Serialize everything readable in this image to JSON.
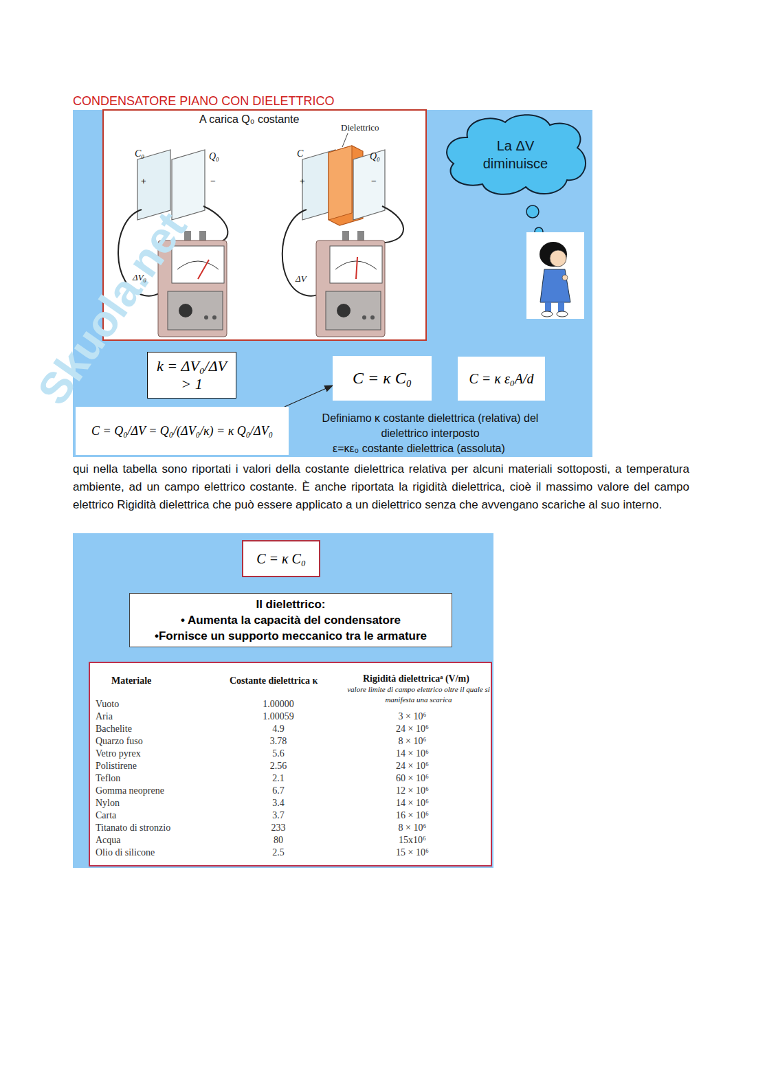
{
  "diagram": {
    "title": "CONDENSATORE PIANO CON DIELETTRICO",
    "nodes": [
      {
        "text": [
          "La ΔV diminuisce"
        ]
      },
      {
        "text": [
          "k = ΔV₀/ΔV > 1"
        ]
      },
      {
        "text": [
          "C = κ C₀"
        ]
      },
      {
        "text": [
          "C = κ ε₀A/d"
        ]
      },
      {
        "text": [
          "C = Q₀/ΔV = Q₀/(ΔV₀/κ) = κ Q₀/ΔV₀"
        ]
      },
      {
        "text": [
          "C = κ C₀"
        ]
      },
      {
        "text": [
          "Il dielettrico:",
          "• Aumenta la capacità del condensatore",
          "•Fornisce un supporto meccanico tra le armature"
        ]
      }
    ],
    "edges": [
      {
        "from": 4,
        "to": 2,
        "arrow": "to"
      }
    ],
    "labels": [
      "A carica Q₀ costante",
      "C₀",
      "Q₀",
      "+",
      "−",
      "ΔV₀",
      "Dielettrico",
      "C",
      "Q₀",
      "+",
      "−",
      "ΔV",
      "qui nella tabella sono riportati i valori della costante dielettrica relativa per alcuni materiali sottoposti, a temperatura ambiente, ad un campo elettrico costante. È anche riportata la rigidità dielettrica, cioè il massimo valore del campo elettrico Rigidità dielettrica che può essere applicato a un dielettrico senza che avvengano scariche al suo interno.",
      "Definiamo κ costante dielettrica (relativa) del dielettrico interposto",
      "ε=κε₀ costante dielettrica (assoluta)",
      "Materiale",
      "Costante dielettrica κ",
      "Rigidità dielettricaᵃ (V/m)",
      "valore limite di campo elettrico oltre il quale si manifesta una scarica",
      "Vuoto",
      "1.00000",
      "Aria",
      "1.00059",
      "3 × 10⁶",
      "Bachelite",
      "4.9",
      "24 × 10⁶",
      "Quarzo fuso",
      "3.78",
      "8 × 10⁶",
      "Vetro pyrex",
      "5.6",
      "14 × 10⁶",
      "Polistirene",
      "2.56",
      "24 × 10⁶",
      "Teflon",
      "2.1",
      "60 × 10⁶",
      "Gomma neoprene",
      "6.7",
      "12 × 10⁶",
      "Nylon",
      "3.4",
      "14 × 10⁶",
      "Carta",
      "3.7",
      "16 × 10⁶",
      "Titanato di stronzio",
      "233",
      "8 × 10⁶",
      "Acqua",
      "80",
      "15x10⁶",
      "Olio di silicone",
      "2.5",
      "15 × 10⁶",
      "Skuola.net"
    ]
  }
}
